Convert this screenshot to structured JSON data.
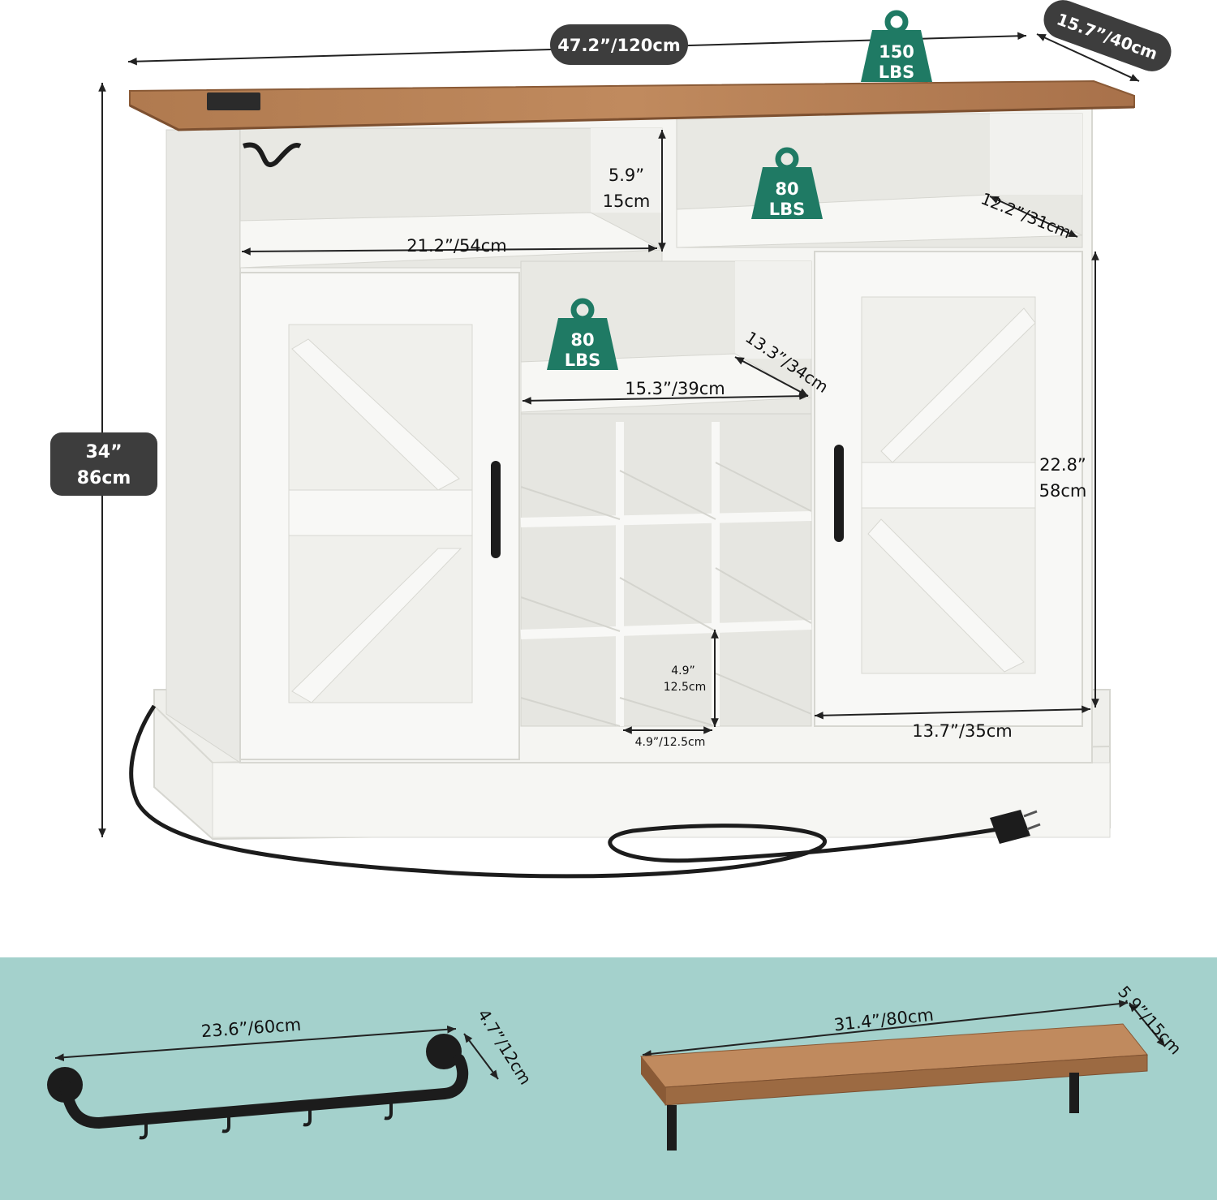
{
  "colors": {
    "wood": "#b07a4f",
    "wood_dark": "#8a5a36",
    "cabinet": "#f4f4f1",
    "cabinet_shadow": "#dcdcd6",
    "weight_badge": "#1f7a64",
    "pill": "#3d3d3d",
    "teal_band": "#a4d1cc",
    "metal": "#1c1c1c"
  },
  "dimensions": {
    "width": "47.2”/120cm",
    "depth": "15.7”/40cm",
    "height_in": "34”",
    "height_cm": "86cm",
    "top_shelf_height_in": "5.9”",
    "top_shelf_height_cm": "15cm",
    "top_shelf_width": "21.2”/54cm",
    "top_shelf_depth": "12.2”/31cm",
    "middle_shelf_depth": "13.3”/34cm",
    "middle_shelf_width": "15.3”/39cm",
    "cabinet_height_in": "22.8”",
    "cabinet_height_cm": "58cm",
    "cabinet_width": "13.7”/35cm",
    "cube_height_in": "4.9”",
    "cube_height_cm": "12.5cm",
    "cube_width": "4.9”/12.5cm"
  },
  "weights": {
    "top": {
      "value": "150",
      "unit": "LBS"
    },
    "upper_shelf": {
      "value": "80",
      "unit": "LBS"
    },
    "middle_shelf": {
      "value": "80",
      "unit": "LBS"
    }
  },
  "accessories": {
    "rack": {
      "width": "23.6”/60cm",
      "depth": "4.7”/12cm"
    },
    "shelf": {
      "width": "31.4”/80cm",
      "depth": "5.9”/15cm"
    }
  }
}
